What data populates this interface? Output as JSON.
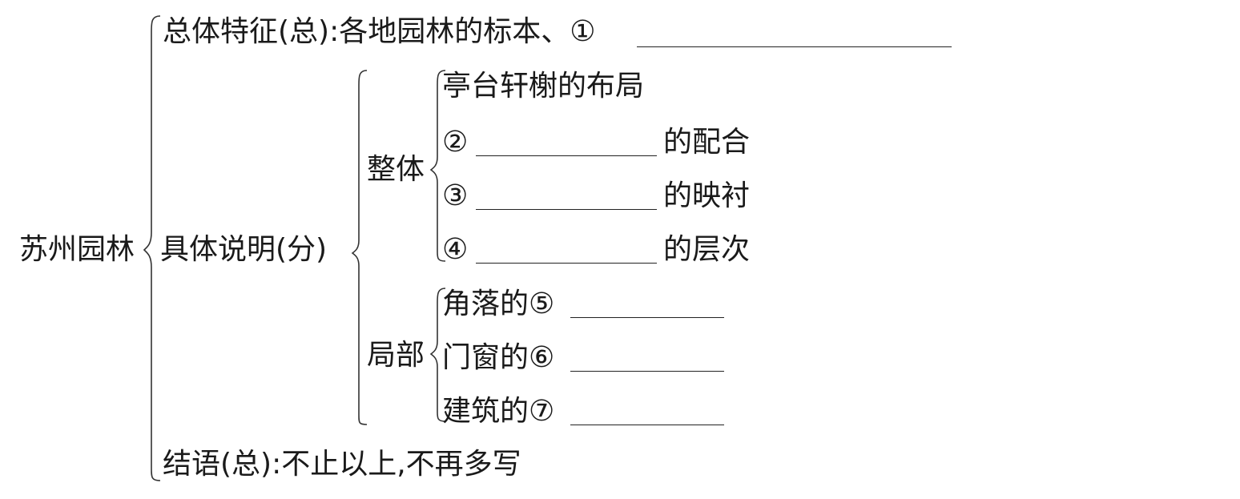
{
  "diagram": {
    "root": "苏州园林",
    "overall": {
      "text": "总体特征(总):各地园林的标本、①"
    },
    "specific": {
      "label": "具体说明(分)",
      "whole": {
        "label": "整体",
        "items": [
          {
            "prefix": "亭台轩榭的布局",
            "suffix": ""
          },
          {
            "prefix": "②",
            "suffix": "的配合"
          },
          {
            "prefix": "③",
            "suffix": "的映衬"
          },
          {
            "prefix": "④",
            "suffix": "的层次"
          }
        ]
      },
      "local": {
        "label": "局部",
        "items": [
          {
            "prefix": "角落的⑤"
          },
          {
            "prefix": "门窗的⑥"
          },
          {
            "prefix": "建筑的⑦"
          }
        ]
      }
    },
    "conclusion": {
      "text": "结语(总):不止以上,不再多写"
    }
  }
}
